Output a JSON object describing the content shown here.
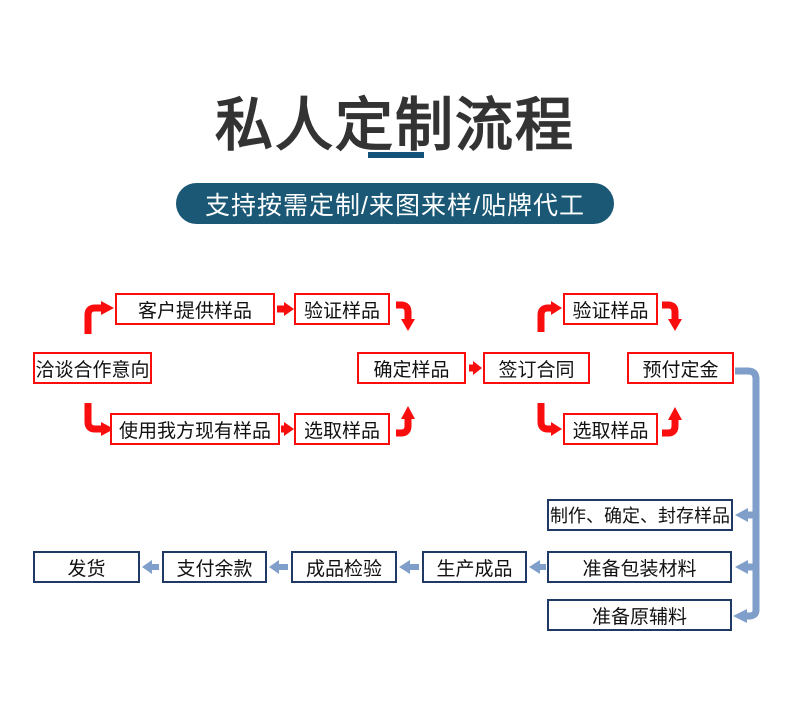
{
  "header": {
    "title": "私人定制流程",
    "banner": "支持按需定制/来图来样/贴牌代工"
  },
  "flow": {
    "negotiate": "洽谈合作意向",
    "customer_sample": "客户提供样品",
    "verify_sample_1": "验证样品",
    "use_our_sample": "使用我方现有样品",
    "pick_sample_1": "选取样品",
    "confirm_sample": "确定样品",
    "sign_contract": "签订合同",
    "verify_sample_2": "验证样品",
    "pick_sample_2": "选取样品",
    "prepay_deposit": "预付定金",
    "make_seal_sample": "制作、确定、封存样品",
    "prepare_packaging": "准备包装材料",
    "prepare_raw": "准备原辅料",
    "produce_product": "生产成品",
    "inspect_product": "成品检验",
    "pay_balance": "支付余款",
    "ship": "发货"
  },
  "colors": {
    "title_text": "#333333",
    "underline": "#13527a",
    "banner_bg": "#1a5876",
    "banner_text": "#ffffff",
    "red_accent": "#f90d0d",
    "navy_border": "#1f3864",
    "blue_arrow": "#7f9ec9",
    "box_text": "#111111"
  }
}
